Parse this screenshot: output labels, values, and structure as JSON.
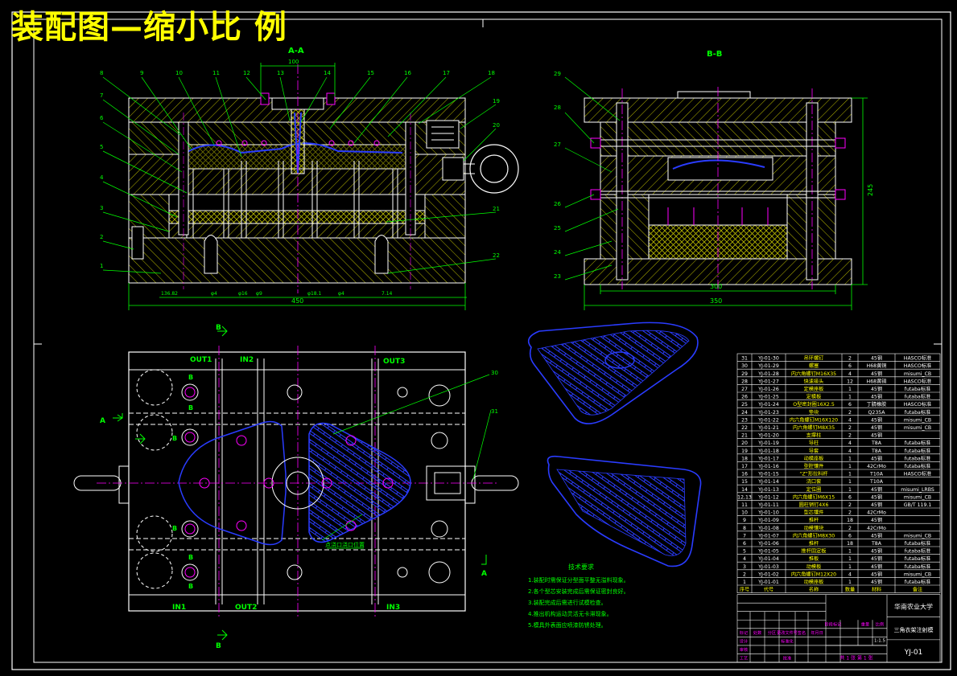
{
  "banner": "装配图—缩小比 例",
  "section_aa": "A-A",
  "section_bb": "B-B",
  "leaders_aa": [
    "8",
    "9",
    "10",
    "11",
    "12",
    "13",
    "14",
    "15",
    "16",
    "17",
    "18",
    "7",
    "6",
    "5",
    "4",
    "3",
    "2",
    "1",
    "19",
    "20",
    "21",
    "22"
  ],
  "leaders_bb": [
    "29",
    "28",
    "27",
    "26",
    "25",
    "24",
    "23"
  ],
  "dim_aa_total": "450",
  "dim_aa_top": "100",
  "dim_aa_bottom": [
    "136.82",
    "φ4",
    "φ16",
    "φ9",
    "φ18.1",
    "φ4",
    "7.14"
  ],
  "dim_bb_inner": "300",
  "dim_bb_total": "350",
  "dim_bb_height": "245",
  "plan_labels": {
    "out1": "OUT1",
    "in2": "IN2",
    "out3": "OUT3",
    "in1": "IN1",
    "out2": "OUT2",
    "in3": "IN3",
    "a_left": "A",
    "a_right": "A",
    "b_top": "B",
    "b_bottom": "B",
    "b_marks": [
      "B",
      "B",
      "B",
      "B",
      "B",
      "B"
    ],
    "callout_30": "30",
    "callout_31": "31",
    "note_label": "点浇口浇口位置"
  },
  "notes": {
    "title": "技术要求",
    "items": [
      "1.装配时需保证分型面平整无溢料现象。",
      "2.各个型芯安装完成后需保证密封良好。",
      "3.装配完成后需进行试模检查。",
      "4.推出机构运动灵活无卡滞现象。",
      "5.模具外表面应喷漆防锈处理。"
    ]
  },
  "bom": {
    "rows": [
      [
        "31",
        "YJ-01-30",
        "吊环螺钉",
        "2",
        "45钢",
        "HASCO标准"
      ],
      [
        "30",
        "YJ-01-29",
        "螺塞",
        "6",
        "H68黄铜",
        "HASCO标准"
      ],
      [
        "29",
        "YJ-01-28",
        "内六角螺钉M16X35",
        "4",
        "45钢",
        "misumi_CB"
      ],
      [
        "28",
        "YJ-01-27",
        "快速接头",
        "12",
        "H68黄铜",
        "HASCO标准"
      ],
      [
        "27",
        "YJ-01-26",
        "定模座板",
        "1",
        "45钢",
        "futaba标准"
      ],
      [
        "26",
        "YJ-01-25",
        "定模板",
        "1",
        "45钢",
        "futaba标准"
      ],
      [
        "25",
        "YJ-01-24",
        "O型密封圈16X2.5",
        "6",
        "丁腈橡胶",
        "HASCO标准"
      ],
      [
        "24",
        "YJ-01-23",
        "垫块",
        "2",
        "Q235A",
        "futaba标准"
      ],
      [
        "23",
        "YJ-01-22",
        "内六角螺钉M16X120",
        "4",
        "45钢",
        "misumi_CB"
      ],
      [
        "22",
        "YJ-01-21",
        "内六角螺钉M8X35",
        "2",
        "45钢",
        "misumi_CB"
      ],
      [
        "21",
        "YJ-01-20",
        "支撑柱",
        "2",
        "45钢",
        ""
      ],
      [
        "20",
        "YJ-01-19",
        "导柱",
        "4",
        "T8A",
        "futaba标准"
      ],
      [
        "19",
        "YJ-01-18",
        "导套",
        "4",
        "T8A",
        "futaba标准"
      ],
      [
        "18",
        "YJ-01-17",
        "动模座板",
        "1",
        "45钢",
        "futaba标准"
      ],
      [
        "17",
        "YJ-01-16",
        "型腔镶件",
        "1",
        "42CrMo",
        "futaba标准"
      ],
      [
        "16",
        "YJ-01-15",
        "“Z”形拉料杆",
        "1",
        "T10A",
        "HASCO标准"
      ],
      [
        "15",
        "YJ-01-14",
        "浇口套",
        "1",
        "T10A",
        ""
      ],
      [
        "14",
        "YJ-01-13",
        "定位圈",
        "1",
        "45钢",
        "misumi_LRBS"
      ],
      [
        "12,13",
        "YJ-01-12",
        "内六角螺钉M6X15",
        "6",
        "45钢",
        "misumi_CB"
      ],
      [
        "11",
        "YJ-01-11",
        "圆柱销钉4X6",
        "2",
        "45钢",
        "GB/T 119.1"
      ],
      [
        "10",
        "YJ-01-10",
        "型芯镶件",
        "2",
        "42CrMo",
        ""
      ],
      [
        "9",
        "YJ-01-09",
        "推杆",
        "18",
        "45钢",
        ""
      ],
      [
        "8",
        "YJ-01-08",
        "动模镶块",
        "2",
        "42CrMo",
        ""
      ],
      [
        "7",
        "YJ-01-07",
        "内六角螺钉M8X30",
        "6",
        "45钢",
        "misumi_CB"
      ],
      [
        "6",
        "YJ-01-06",
        "推杆",
        "18",
        "T8A",
        "futaba标准"
      ],
      [
        "5",
        "YJ-01-05",
        "推杆固定板",
        "1",
        "45钢",
        "futaba标准"
      ],
      [
        "4",
        "YJ-01-04",
        "推板",
        "1",
        "45钢",
        "futaba标准"
      ],
      [
        "3",
        "YJ-01-03",
        "动模板",
        "1",
        "45钢",
        "futaba标准"
      ],
      [
        "2",
        "YJ-01-02",
        "内六角螺钉M12X20",
        "4",
        "45钢",
        "misumi_CB"
      ],
      [
        "1",
        "YJ-01-01",
        "动模座板",
        "1",
        "45钢",
        "futaba标准"
      ]
    ],
    "header": [
      "序号",
      "代号",
      "名称",
      "数量",
      "材料",
      "备注"
    ]
  },
  "title_block": {
    "school": "华南农业大学",
    "part_name": "三角衣架注射模",
    "drawing_no": "YJ-01",
    "scale": "1:1.5",
    "sheet": "共 1 张 第 1 张",
    "labels": [
      "标记",
      "处数",
      "分区",
      "更改文件号",
      "签名",
      "年月日",
      "设计",
      "标准化",
      "阶段标记",
      "重量",
      "比例",
      "审核",
      "工艺",
      "批准"
    ]
  },
  "colors": {
    "bg": "#000000",
    "frame": "#ffffff",
    "banner": "#ffff00",
    "outline": "#ffffff",
    "hatch": "#c8c800",
    "centerline": "#ff00ff",
    "dimension": "#00ff00",
    "part": "#2a3cff",
    "label": "#00ff00",
    "leader": "#00ff00"
  }
}
